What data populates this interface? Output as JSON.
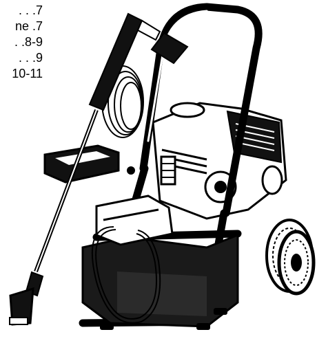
{
  "toc_fragments": [
    ". . .7",
    "ne  .7",
    ". .8-9",
    ". . .9",
    "10-11"
  ],
  "illustration": {
    "subject": "pressure-washer-line-drawing",
    "colors": {
      "ink": "#000000",
      "paper": "#ffffff",
      "shade": "#d9d9d9"
    }
  }
}
